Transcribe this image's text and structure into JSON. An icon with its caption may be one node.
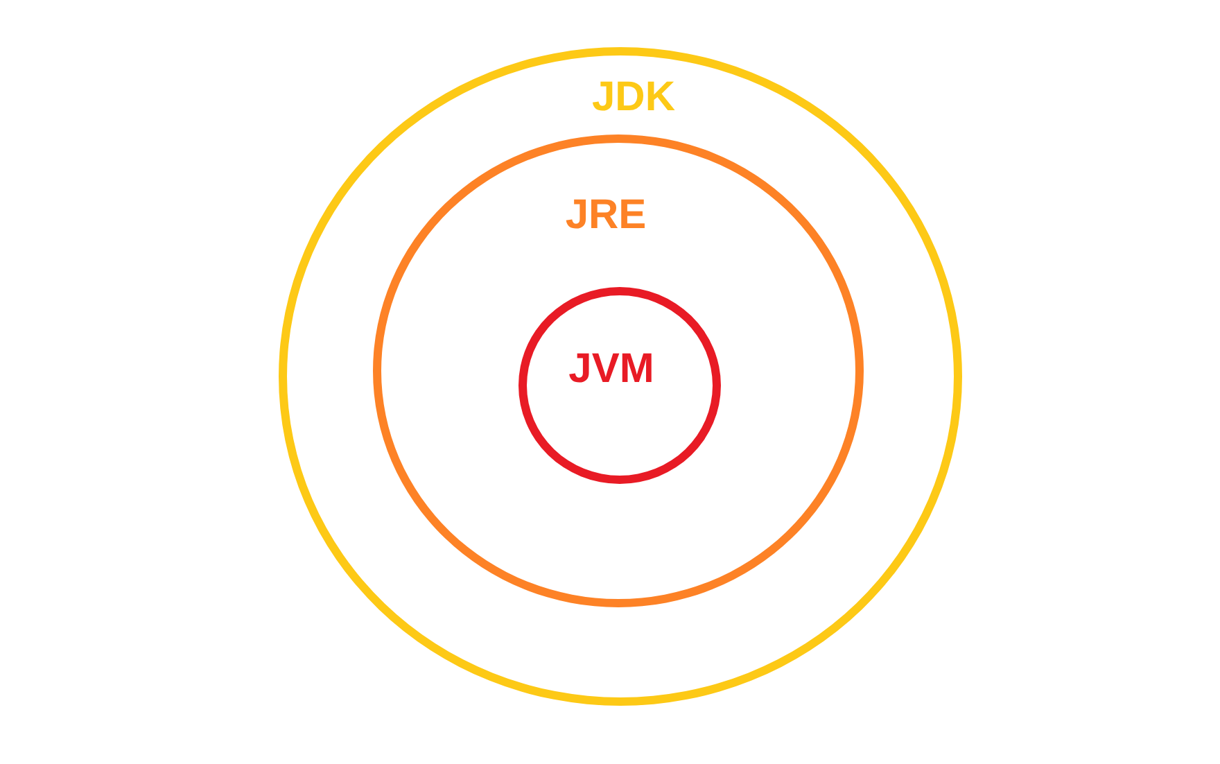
{
  "diagram": {
    "nodes": [
      {
        "text": [
          "JDK"
        ]
      },
      {
        "text": [
          "JRE"
        ],
        "in": 0
      },
      {
        "text": [
          "JVM"
        ],
        "in": 1
      }
    ]
  }
}
